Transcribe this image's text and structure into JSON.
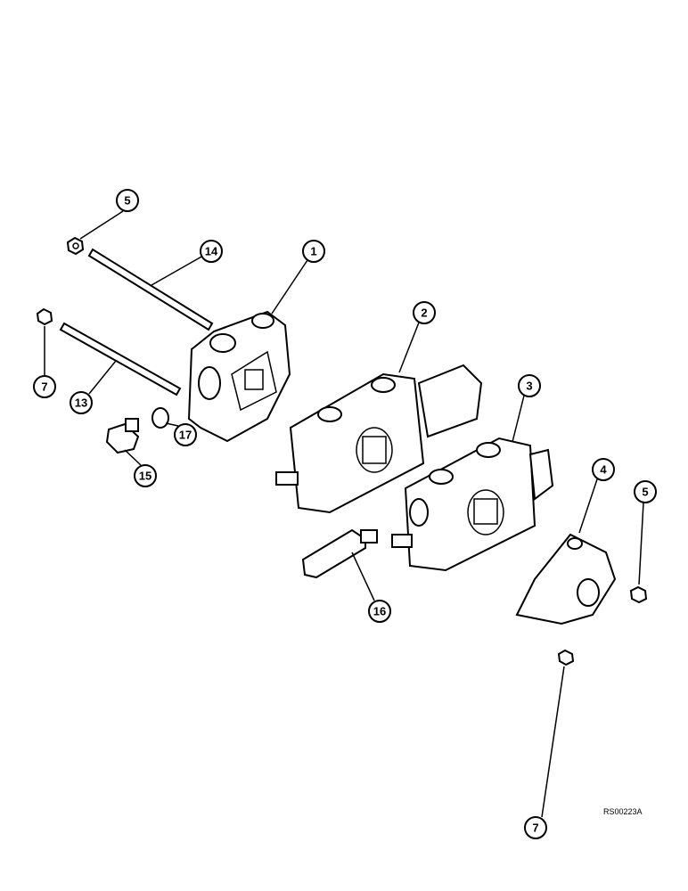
{
  "callouts": [
    {
      "id": "c1",
      "label": "5"
    },
    {
      "id": "c2",
      "label": "14"
    },
    {
      "id": "c3",
      "label": "1"
    },
    {
      "id": "c4",
      "label": "7"
    },
    {
      "id": "c5",
      "label": "13"
    },
    {
      "id": "c6",
      "label": "2"
    },
    {
      "id": "c7",
      "label": "17"
    },
    {
      "id": "c8",
      "label": "15"
    },
    {
      "id": "c9",
      "label": "3"
    },
    {
      "id": "c10",
      "label": "4"
    },
    {
      "id": "c11",
      "label": "5"
    },
    {
      "id": "c12",
      "label": "16"
    },
    {
      "id": "c13",
      "label": "7"
    }
  ],
  "drawing_code": "RS00223A"
}
